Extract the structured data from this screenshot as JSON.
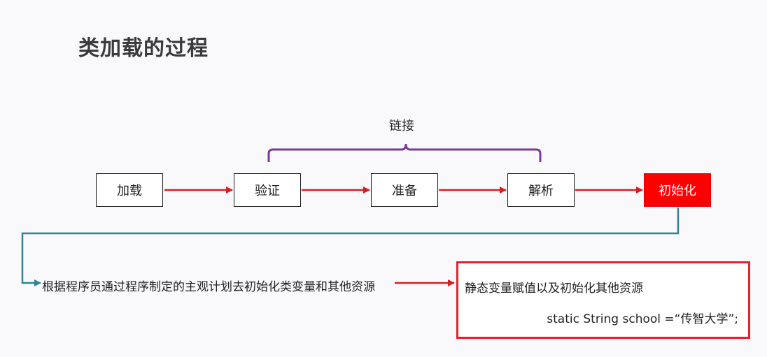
{
  "title": "类加载的过程",
  "linking_label": "链接",
  "stages": [
    "加载",
    "验证",
    "准备",
    "解析",
    "初始化"
  ],
  "highlighted_stage": "初始化",
  "description": "根据程序员通过程序制定的主观计划去初始化类变量和其他资源",
  "result": {
    "line1": "静态变量赋值以及初始化其他资源",
    "code": "static String school =“传智大学”;"
  },
  "colors": {
    "arrow": "#d61f1f",
    "bracket": "#7b3a96",
    "teal_connector": "#2e8590",
    "highlight": "#ff0000",
    "result_border": "#e8202a"
  }
}
